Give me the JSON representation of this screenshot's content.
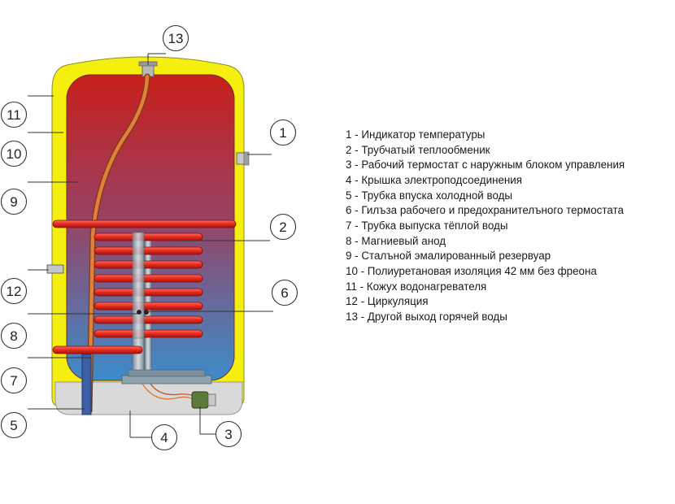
{
  "callouts": [
    "13",
    "1",
    "11",
    "10",
    "9",
    "2",
    "12",
    "6",
    "8",
    "7",
    "5",
    "4",
    "3"
  ],
  "legend": [
    "1 - Индикатор температуры",
    "2 - Трубчатый теплообменик",
    "3 - Рабочий термостат с наружным блоком управления",
    "4 - Крышка электроподсоединения",
    "5 - Трубка впуска холодной воды",
    "6 - Гилъза рабочего и предохранителъного термостата",
    "7 - Трубка выпуска тёплой воды",
    "8 - Магниевый анод",
    "9 - Сталъной эмалированный резервуар",
    "10 - Полиуретановая изоляция 42 мм без фреона",
    "11 - Кожух водонагревателя",
    "12 - Циркуляция",
    "13 - Другой выход горячей воды"
  ],
  "colors": {
    "casing": "#f5ef10",
    "tank_top": "#c5201c",
    "tank_bottom": "#3f8ac6",
    "coil": "#e02a22",
    "pipe": "#d8752c",
    "base": "#d8d8d8"
  }
}
